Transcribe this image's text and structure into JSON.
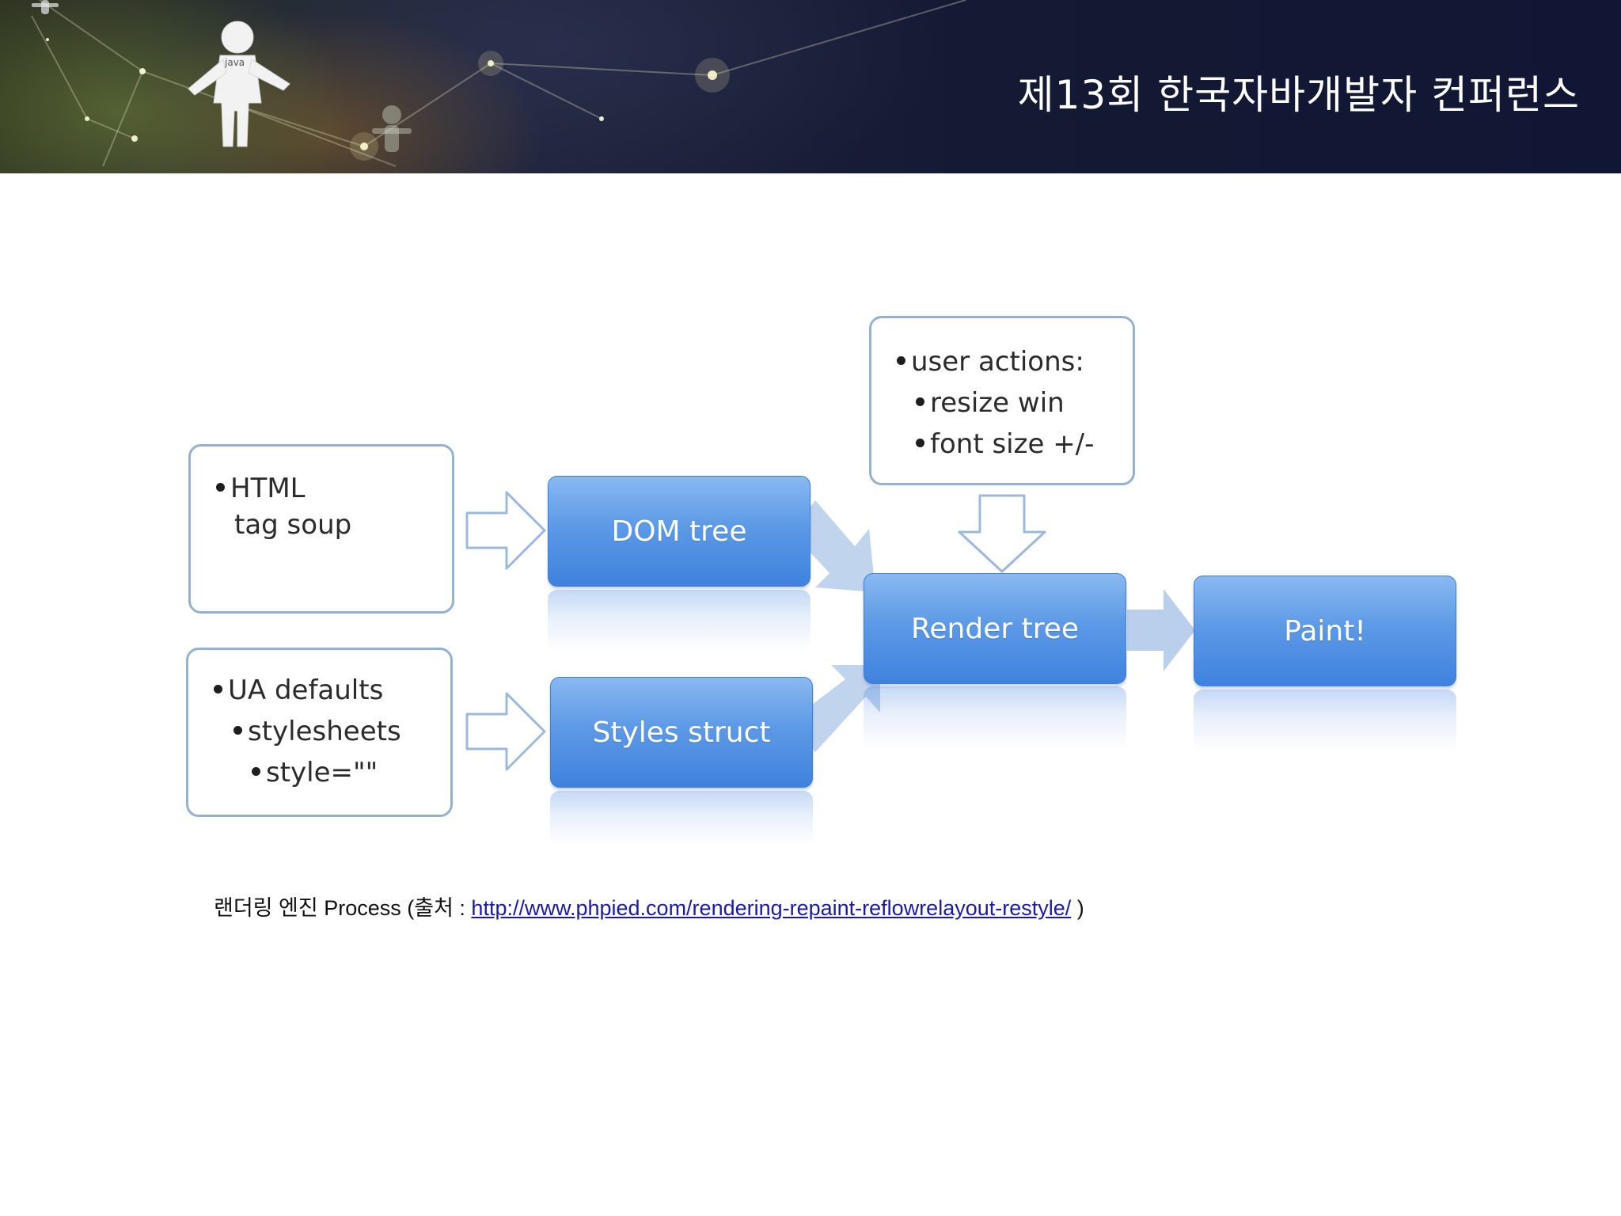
{
  "banner": {
    "title": "제13회 한국자바개발자 컨퍼런스",
    "mascot_label": "java"
  },
  "diagram": {
    "input_html_box": {
      "lines": [
        {
          "bullet": true,
          "text": "HTML"
        },
        {
          "bullet": false,
          "text": "tag soup"
        }
      ]
    },
    "input_styles_box": {
      "lines": [
        {
          "bullet": true,
          "text": "UA defaults"
        },
        {
          "bullet": true,
          "text": "stylesheets"
        },
        {
          "bullet": true,
          "text": "style=\"\""
        }
      ]
    },
    "user_actions_box": {
      "lines": [
        {
          "bullet": true,
          "text": "user actions:"
        },
        {
          "bullet": true,
          "text": "resize win"
        },
        {
          "bullet": true,
          "text": "font size +/-"
        }
      ]
    },
    "dom_tree": "DOM tree",
    "styles_struct": "Styles struct",
    "render_tree": "Render tree",
    "paint": "Paint!"
  },
  "caption": {
    "prefix": "랜더링 엔진 Process (출처 : ",
    "link_text": "http://www.phpied.com/rendering-repaint-reflowrelayout-restyle/",
    "suffix": " )"
  },
  "colors": {
    "box_blue": "#4f8fe2",
    "note_border": "#95b1d2",
    "arrow_outline": "#9cb8dc",
    "link": "#1a1aa6"
  }
}
